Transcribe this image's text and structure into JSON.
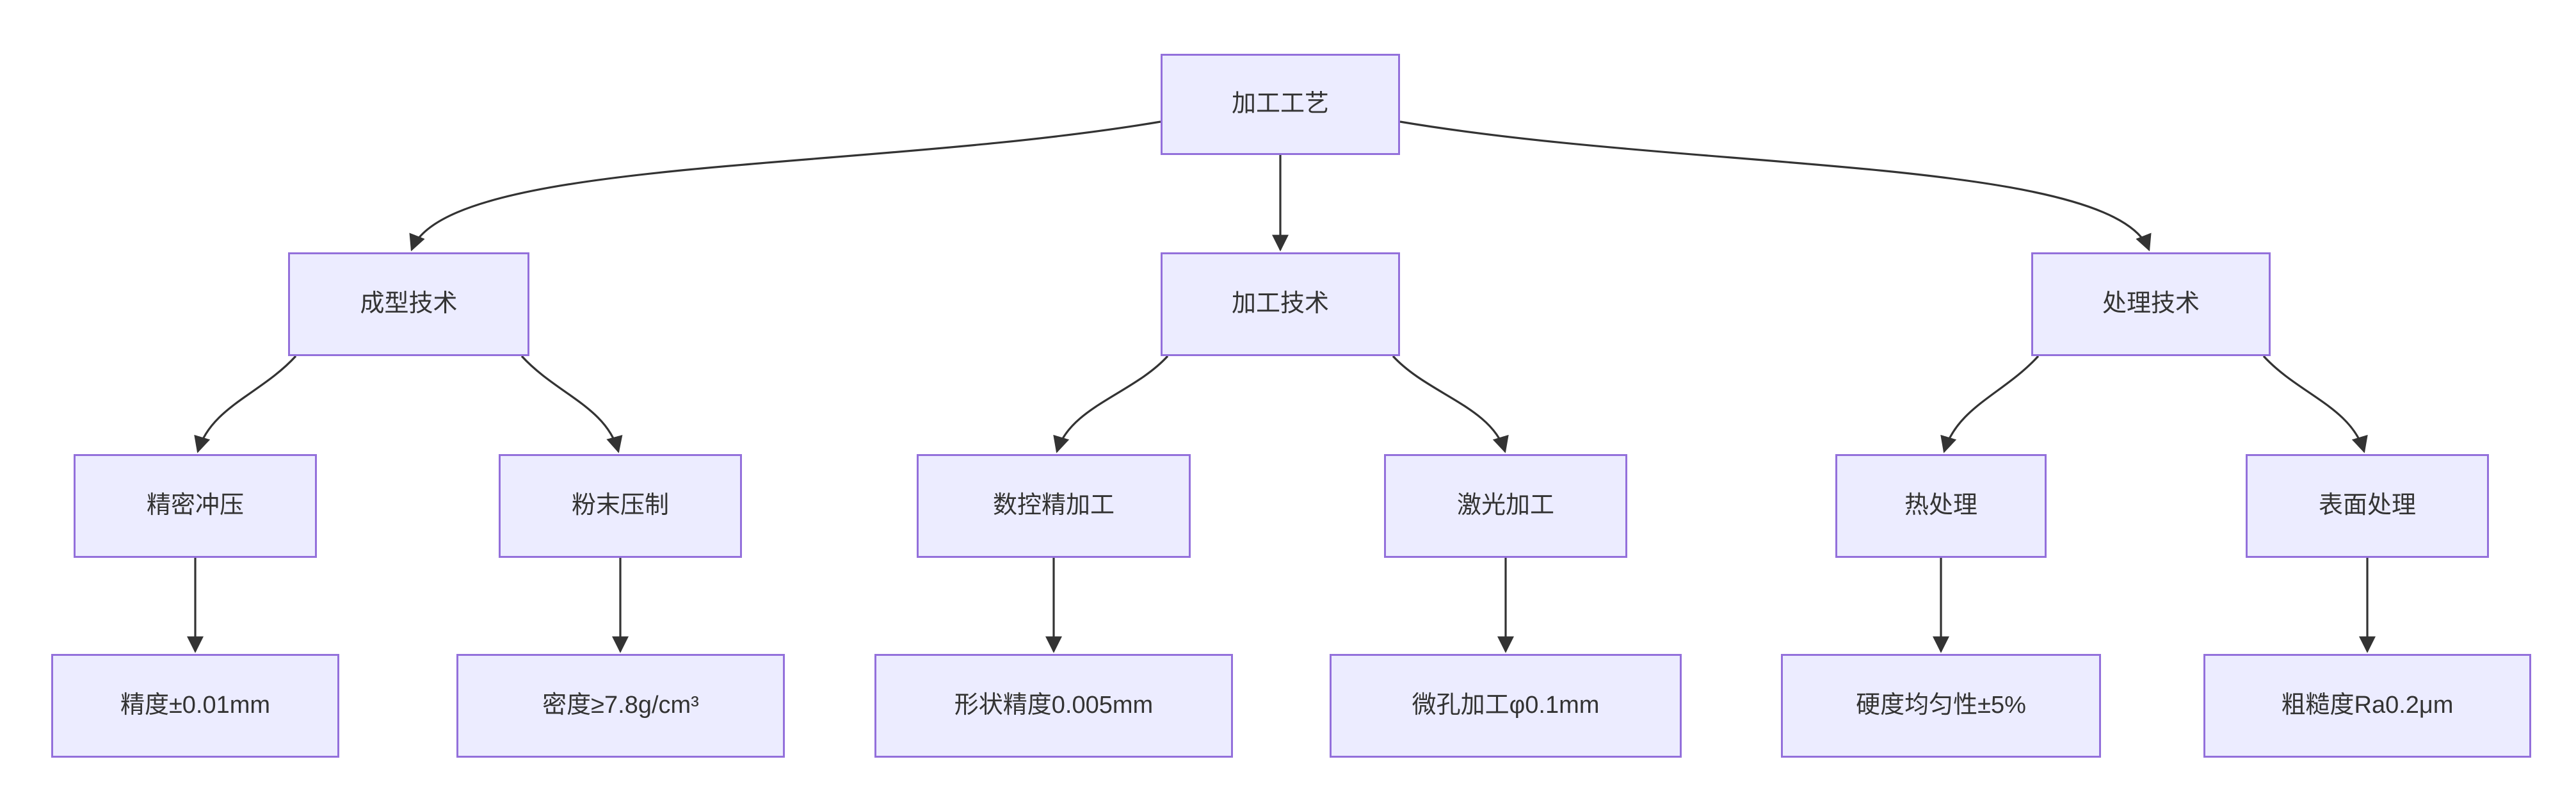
{
  "diagram": {
    "type": "flowchart",
    "direction": "top-down",
    "root": {
      "label": "加工工艺"
    },
    "branches": [
      {
        "label": "成型技术",
        "children": [
          {
            "label": "精密冲压",
            "metric": "精度±0.01mm"
          },
          {
            "label": "粉末压制",
            "metric": "密度≥7.8g/cm³"
          }
        ]
      },
      {
        "label": "加工技术",
        "children": [
          {
            "label": "数控精加工",
            "metric": "形状精度0.005mm"
          },
          {
            "label": "激光加工",
            "metric": "微孔加工φ0.1mm"
          }
        ]
      },
      {
        "label": "处理技术",
        "children": [
          {
            "label": "热处理",
            "metric": "硬度均匀性±5%"
          },
          {
            "label": "表面处理",
            "metric": "粗糙度Ra0.2μm"
          }
        ]
      }
    ],
    "colors": {
      "node_fill": "#ECECFF",
      "node_border": "#9370DB",
      "edge": "#333333",
      "text": "#333333",
      "background": "#FFFFFF"
    }
  }
}
